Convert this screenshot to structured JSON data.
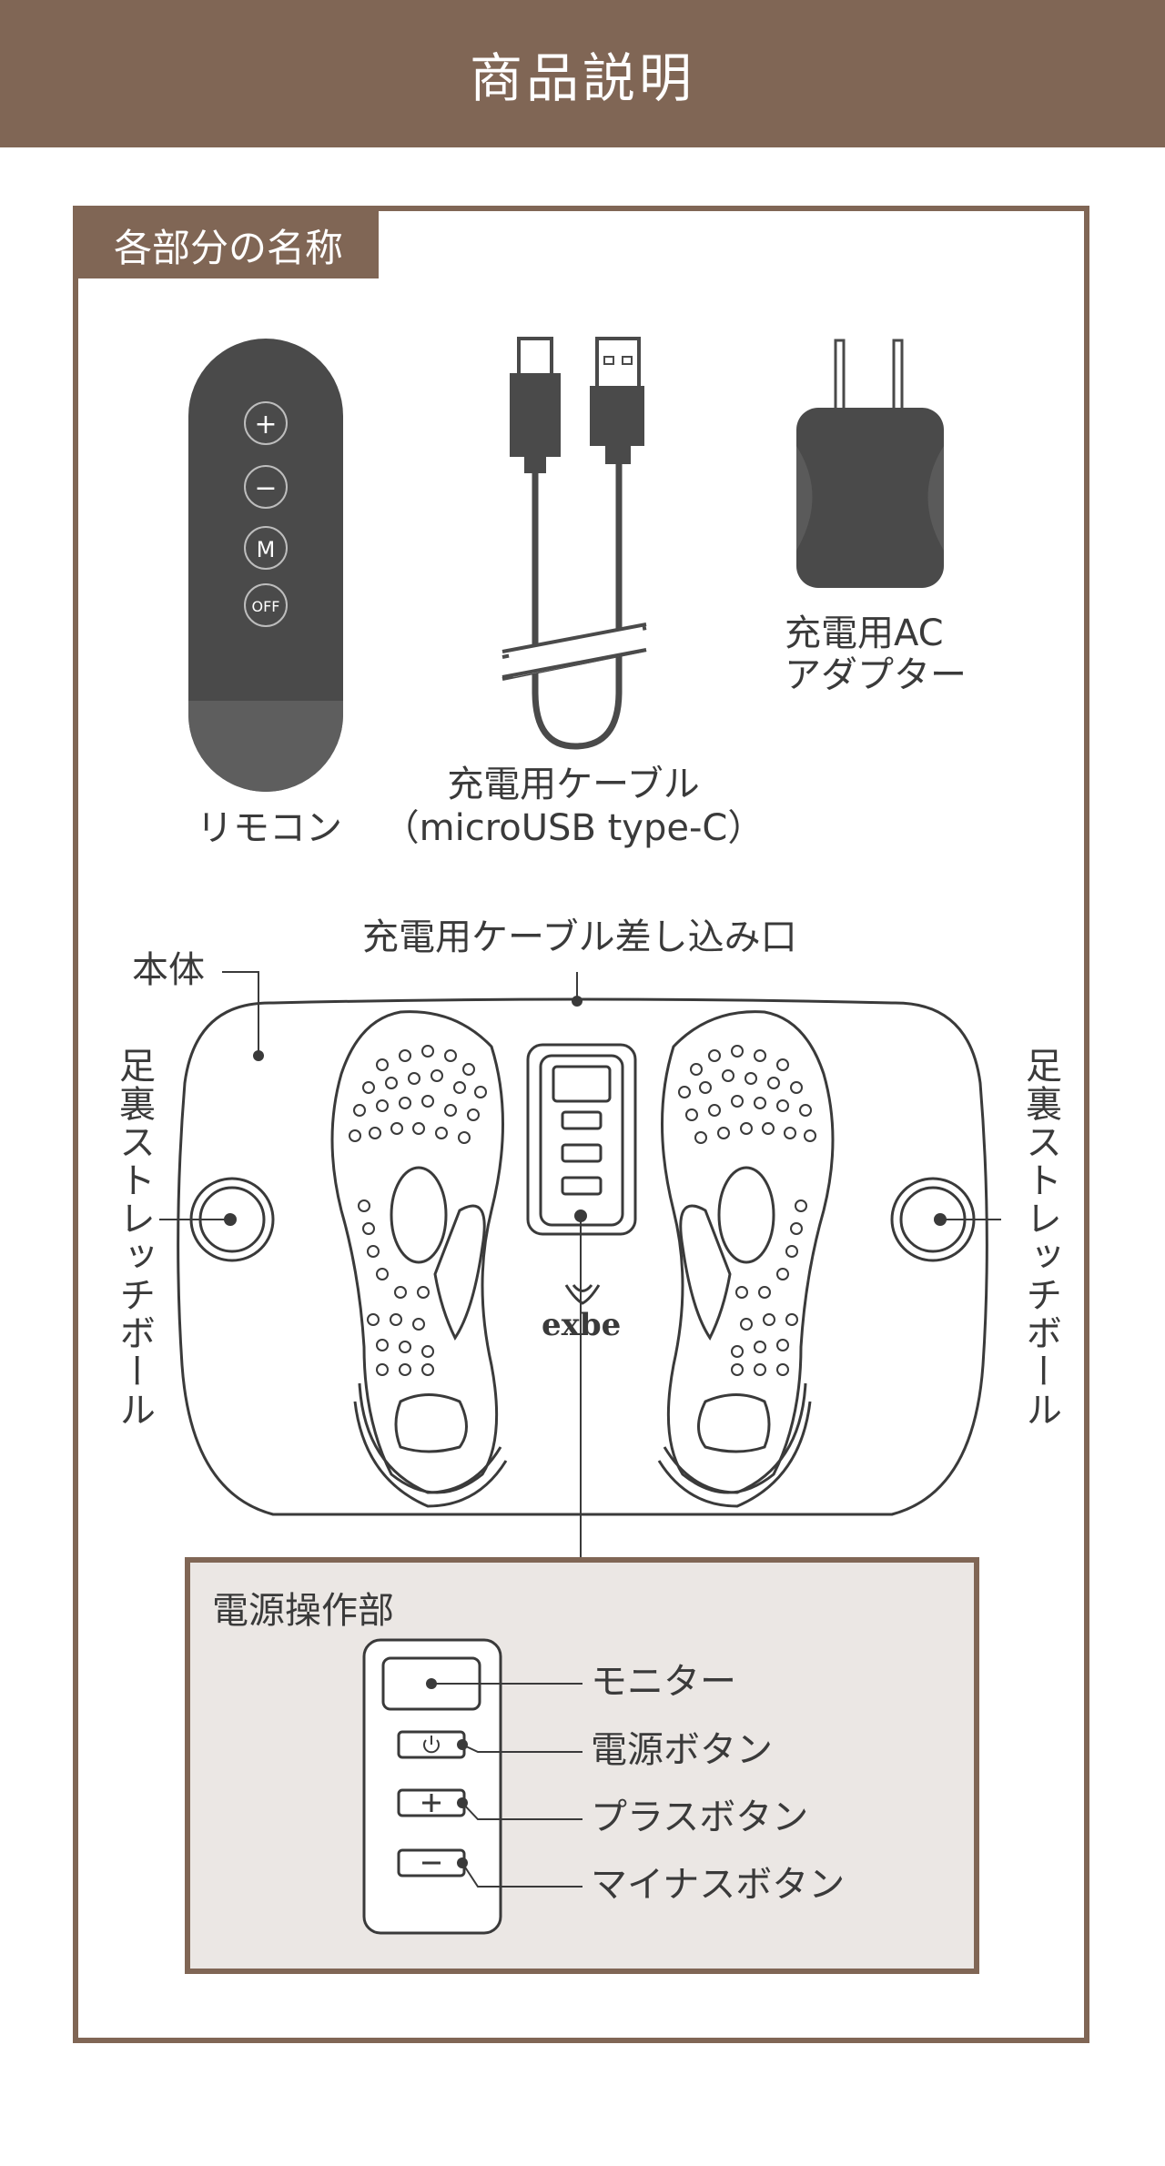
{
  "header": {
    "title": "商品説明"
  },
  "section": {
    "tag": "各部分の名称",
    "remote": {
      "label": "リモコン",
      "buttons": [
        "+",
        "−",
        "M",
        "OFF"
      ]
    },
    "cable": {
      "label_line1": "充電用ケーブル",
      "label_line2": "（microUSB type-C）"
    },
    "adapter": {
      "label_line1": "充電用AC",
      "label_line2": "アダプター"
    },
    "body": {
      "port_label": "充電用ケーブル差し込み口",
      "body_label": "本体",
      "left_ball_label": "足裏ストレッチボール",
      "right_ball_label": "足裏ストレッチボール",
      "brand": "exbe"
    },
    "panel": {
      "title": "電源操作部",
      "monitor_label": "モニター",
      "power_label": "電源ボタン",
      "plus_label": "プラスボタン",
      "minus_label": "マイナスボタン"
    }
  },
  "colors": {
    "brand": "#806655",
    "dark_device": "#4a4a4a",
    "panel_bg": "#ebe7e4"
  }
}
